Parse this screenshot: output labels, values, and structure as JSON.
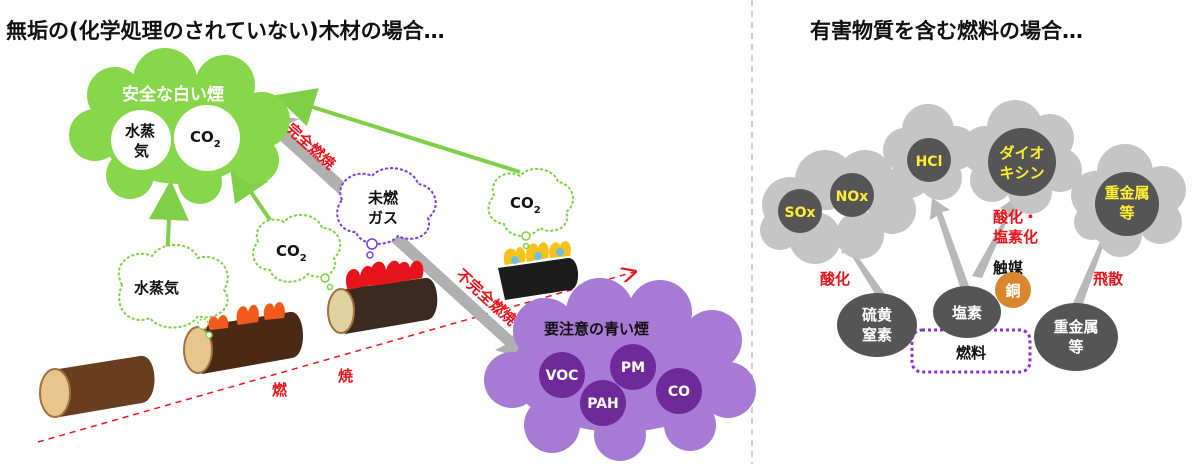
{
  "left": {
    "title": "無垢の(化学処理のされていない)木材の場合…",
    "white_smoke": {
      "title": "安全な白い煙",
      "vapor_line1": "水蒸",
      "vapor_line2": "気",
      "co2": "CO",
      "co2_sub": "2"
    },
    "arrow_complete": "完全燃焼",
    "arrow_incomplete": "不完全燃焼",
    "axis_label_1": "燃",
    "axis_label_2": "焼",
    "bubble_vapor": "水蒸気",
    "bubble_co2_a": "CO",
    "bubble_co2_a_sub": "2",
    "bubble_co2_b": "CO",
    "bubble_co2_b_sub": "2",
    "bubble_gas_line1": "未燃",
    "bubble_gas_line2": "ガス",
    "blue_smoke": {
      "title": "要注意の青い煙",
      "voc": "VOC",
      "pm": "PM",
      "pah": "PAH",
      "co": "CO"
    }
  },
  "right": {
    "title": "有害物質を含む燃料の場合…",
    "clouds": {
      "sox": "SOx",
      "nox": "NOx",
      "hcl": "HCl",
      "dioxin_line1": "ダイオ",
      "dioxin_line2": "キシン",
      "metal_line1": "重金属",
      "metal_line2": "等"
    },
    "label_oxidation": "酸化",
    "label_oxi_chlor_line1": "酸化・",
    "label_oxi_chlor_line2": "塩素化",
    "label_catalyst": "触媒",
    "label_copper": "銅",
    "label_scatter": "飛散",
    "source_sulfur_line1": "硫黄",
    "source_sulfur_line2": "窒素",
    "source_chlorine": "塩素",
    "source_metal_line1": "重金属",
    "source_metal_line2": "等",
    "fuel": "燃料"
  },
  "colors": {
    "white_smoke": "#86d74a",
    "blue_smoke": "#a77ad6",
    "purple_circle": "#6f2a9a",
    "gray_cloud": "#c5c5c5",
    "dark_circle": "#555555",
    "red_text": "#e8141b",
    "copper": "#d9862e"
  }
}
